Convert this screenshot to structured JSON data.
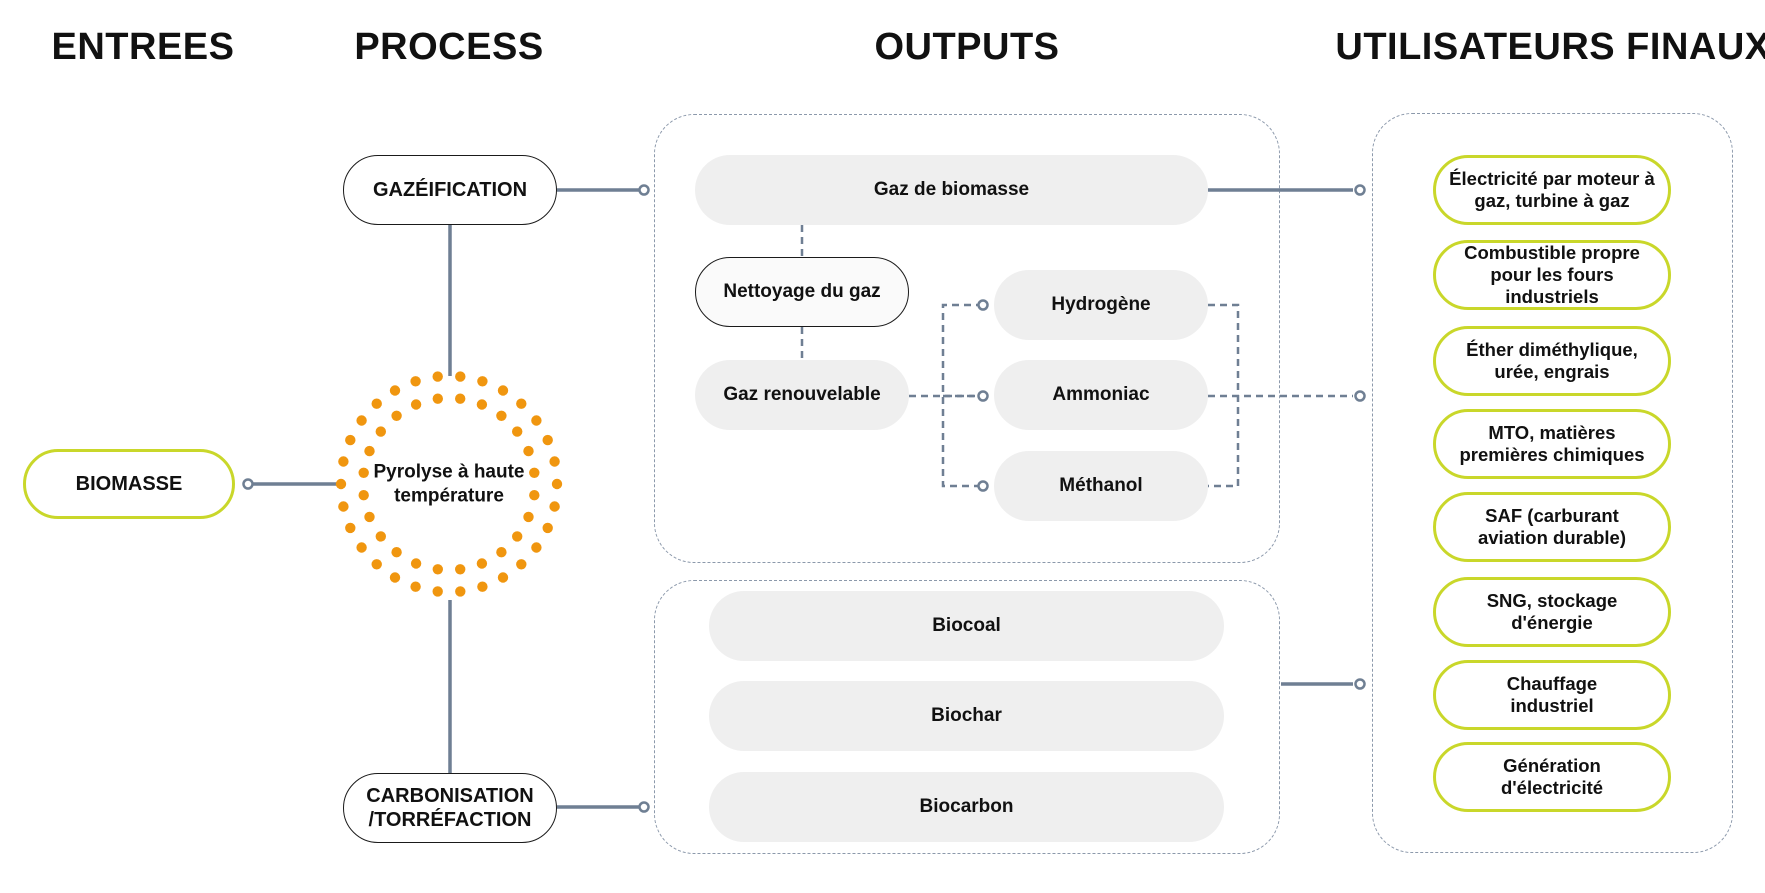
{
  "headers": {
    "entrees": "ENTREES",
    "process": "PROCESS",
    "outputs": "OUTPUTS",
    "utilisateurs": "UTILISATEURS FINAUX"
  },
  "inputs": {
    "biomasse": "BIOMASSE"
  },
  "process": {
    "gazeification": "GAZÉIFICATION",
    "pyrolyse_line1": "Pyrolyse à haute",
    "pyrolyse_line2": "température",
    "carbonisation_line1": "CARBONISATION",
    "carbonisation_line2": "/TORRÉFACTION"
  },
  "outputs": {
    "gaz_biomasse": "Gaz de biomasse",
    "nettoyage": "Nettoyage du gaz",
    "gaz_renouvelable": "Gaz renouvelable",
    "hydrogene": "Hydrogène",
    "ammoniac": "Ammoniac",
    "methanol": "Méthanol",
    "biocoal": "Biocoal",
    "biochar": "Biochar",
    "biocarbon": "Biocarbon"
  },
  "users": [
    {
      "line1": "Électricité par moteur à",
      "line2": "gaz, turbine à gaz"
    },
    {
      "line1": "Combustible propre",
      "line2": "pour les fours industriels"
    },
    {
      "line1": "Éther diméthylique,",
      "line2": "urée, engrais"
    },
    {
      "line1": "MTO, matières",
      "line2": "premières chimiques"
    },
    {
      "line1": "SAF (carburant",
      "line2": "aviation durable)"
    },
    {
      "line1": "SNG, stockage",
      "line2": "d'énergie"
    },
    {
      "line1": "Chauffage",
      "line2": "industriel"
    },
    {
      "line1": "Génération",
      "line2": "d'électricité"
    }
  ],
  "colors": {
    "green_border": "#c9d72a",
    "orange_dots": "#f0960f",
    "connector": "#6f7f93",
    "dashed": "#8c99ab",
    "grey_fill": "#efefef"
  }
}
